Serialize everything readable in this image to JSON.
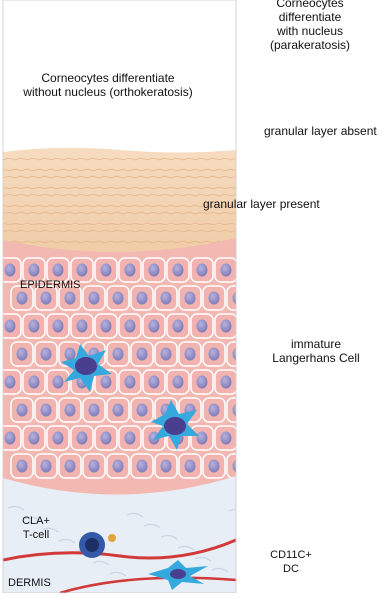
{
  "labels": {
    "parakeratosis": "Corneocytes\ndifferentiate\nwith nucleus\n(parakeratosis)",
    "orthokeratosis": "Corneocytes differentiate\nwithout nucleus (orthokeratosis)",
    "granular_absent": "granular layer absent",
    "granular_present": "granular layer present",
    "epidermis": "EPIDERMIS",
    "langerhans": "immature\nLangerhans Cell",
    "tcell": "CLA+\nT-cell",
    "dc": "CD11C+\nDC",
    "dermis": "DERMIS"
  },
  "colors": {
    "stratum_corneum": "#f2cfa8",
    "keratinocyte": "#f2b3b0",
    "cell_outline": "#ffffff",
    "nucleus": "#8a86c0",
    "langerhans_cell": "#2fa3d8",
    "dermis": "#e6edf5",
    "vessel": "#d23a3a",
    "tcell": "#2b4d9c"
  }
}
